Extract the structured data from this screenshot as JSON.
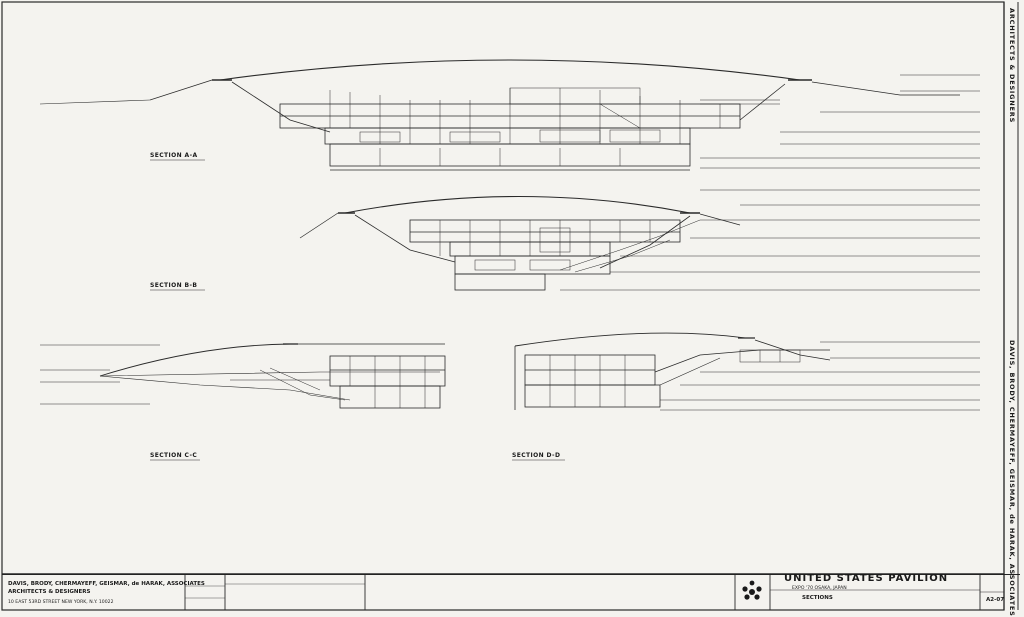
{
  "sections": {
    "a": {
      "title": "SECTION A-A"
    },
    "b": {
      "title": "SECTION B-B"
    },
    "c": {
      "title": "SECTION C-C"
    },
    "d": {
      "title": "SECTION D-D"
    }
  },
  "margin": {
    "firm_vertical": "DAVIS, BRODY, CHERMAYEFF, GEISMAR, de HARAK, ASSOCIATES",
    "role_vertical": "ARCHITECTS & DESIGNERS"
  },
  "title_block": {
    "firm_line1": "DAVIS, BRODY, CHERMAYEFF, GEISMAR, de HARAK, ASSOCIATES",
    "firm_line2": "ARCHITECTS & DESIGNERS",
    "firm_address": "10 EAST 53RD STREET   NEW YORK, N.Y. 10022",
    "project_title": "UNITED STATES PAVILION",
    "project_subtitle": "EXPO '70  OSAKA, JAPAN",
    "sheet_title": "SECTIONS",
    "sheet_number": "A2-07"
  }
}
